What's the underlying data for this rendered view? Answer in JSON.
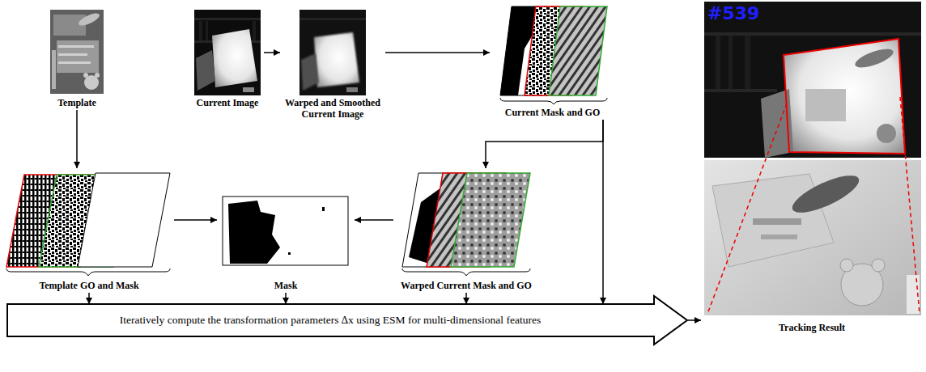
{
  "diagram": {
    "nodes": [
      {
        "text": [
          "Template"
        ]
      },
      {
        "text": [
          "Current Image"
        ]
      },
      {
        "text": [
          "Warped and Smoothed Current Image"
        ]
      },
      {
        "text": [
          "Current Mask and GO"
        ]
      },
      {
        "text": [
          "Template GO and Mask"
        ]
      },
      {
        "text": [
          "Mask"
        ]
      },
      {
        "text": [
          "Warped Current Mask and GO"
        ]
      },
      {
        "text": [
          "Iteratively compute the transformation parameters ∆x using ESM for multi-dimensional features"
        ]
      },
      {
        "text": [
          "Tracking Result"
        ]
      }
    ],
    "edges": [
      {
        "from": 0,
        "to": 4,
        "arrow": "to"
      },
      {
        "from": 1,
        "to": 2,
        "arrow": "to"
      },
      {
        "from": 2,
        "to": 3,
        "arrow": "to"
      },
      {
        "from": 3,
        "to": 6,
        "arrow": "to"
      },
      {
        "from": 3,
        "to": 7,
        "arrow": "to"
      },
      {
        "from": 4,
        "to": 5,
        "arrow": "to"
      },
      {
        "from": 6,
        "to": 5,
        "arrow": "to"
      },
      {
        "from": 4,
        "to": 7,
        "arrow": "to"
      },
      {
        "from": 5,
        "to": 7,
        "arrow": "to"
      },
      {
        "from": 6,
        "to": 7,
        "arrow": "to"
      },
      {
        "from": 7,
        "to": 8,
        "arrow": "to"
      }
    ],
    "labels": [
      "#539"
    ]
  }
}
